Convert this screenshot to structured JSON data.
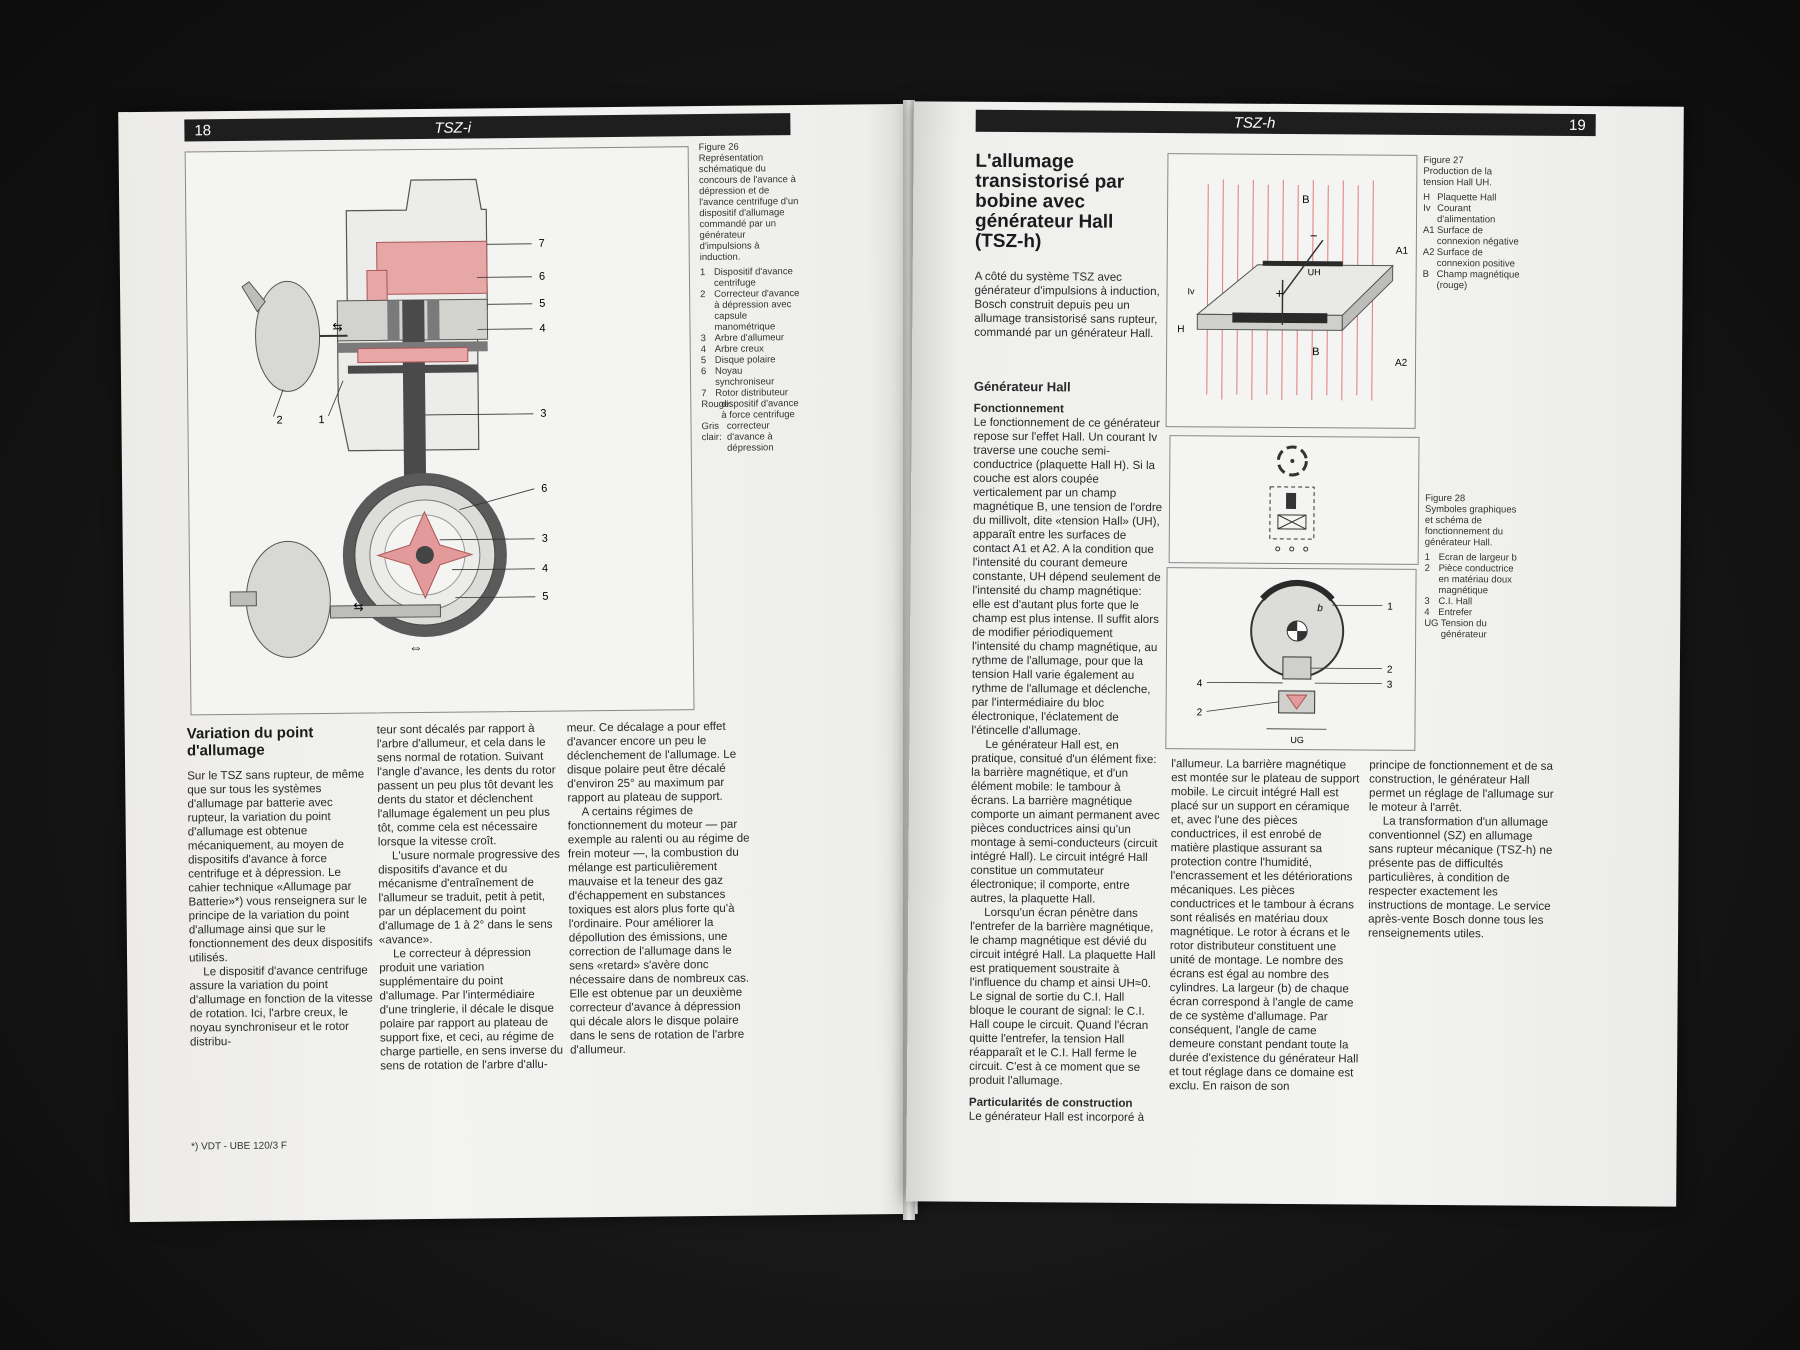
{
  "left_page": {
    "page_number": "18",
    "section": "TSZ-i",
    "figure": {
      "title": "Figure 26",
      "description": "Représentation schématique du concours de l'avance à dépression et de l'avance centrifuge d'un dispositif d'allumage commandé par un générateur d'impulsions à induction.",
      "legend": [
        {
          "key": "1",
          "text": "Dispositif d'avance centrifuge"
        },
        {
          "key": "2",
          "text": "Correcteur d'avance à dépression avec capsule manométrique"
        },
        {
          "key": "3",
          "text": "Arbre d'allumeur"
        },
        {
          "key": "4",
          "text": "Arbre creux"
        },
        {
          "key": "5",
          "text": "Disque polaire"
        },
        {
          "key": "6",
          "text": "Noyau synchroniseur"
        },
        {
          "key": "7",
          "text": "Rotor distributeur"
        },
        {
          "key": "Rouge:",
          "text": "dispositif d'avance à force centrifuge"
        },
        {
          "key": "Gris clair:",
          "text": "correcteur d'avance à dépression"
        }
      ],
      "callouts_top": [
        "7",
        "6",
        "5",
        "4",
        "3",
        "2",
        "1"
      ],
      "callouts_bottom": [
        "6",
        "3",
        "4",
        "5"
      ]
    },
    "heading": "Variation du point d'allumage",
    "col1": [
      "Sur le TSZ sans rupteur, de même que sur tous les systèmes d'allumage par batterie avec rupteur, la variation du point d'allumage est obtenue mécaniquement, au moyen de dispositifs d'avance à force centrifuge et à dépression. Le cahier technique «Allumage par Batterie»*) vous renseignera sur le principe de la variation du point d'allumage ainsi que sur le fonctionnement des deux dispositifs utilisés.",
      "Le dispositif d'avance centrifuge assure la variation du point d'allumage en fonction de la vitesse de rotation. Ici, l'arbre creux, le noyau synchroniseur et le rotor distribu-"
    ],
    "col2": [
      "teur sont décalés par rapport à l'arbre d'allumeur, et cela dans le sens normal de rotation. Suivant l'angle d'avance, les dents du rotor passent un peu plus tôt devant les dents du stator et déclenchent l'allumage également un peu plus tôt, comme cela est nécessaire lorsque la vitesse croît.",
      "L'usure normale progressive des dispositifs d'avance et du mécanisme d'entraînement de l'allumeur se traduit, petit à petit, par un déplacement du point d'allumage de 1 à 2° dans le sens «avance».",
      "Le correcteur à dépression produit une variation supplémentaire du point d'allumage. Par l'intermédiaire d'une tringlerie, il décale le disque polaire par rapport au plateau de support fixe, et ceci, au régime de charge partielle, en sens inverse du sens de rotation de l'arbre d'allu-"
    ],
    "col3": [
      "meur. Ce décalage a pour effet d'avancer encore un peu le déclenchement de l'allumage. Le disque polaire peut être décalé d'environ 25° au maximum par rapport au plateau de support.",
      "A certains régimes de fonctionnement du moteur — par exemple au ralenti ou au régime de frein moteur —, la combustion du mélange est particulièrement mauvaise et la teneur des gaz d'échappement en substances toxiques est alors plus forte qu'à l'ordinaire. Pour améliorer la dépollution des émissions, une correction de l'allumage dans le sens «retard» s'avère donc nécessaire dans de nombreux cas. Elle est obtenue par un deuxième correcteur d'avance à dépression qui décale alors le disque polaire dans le sens de rotation de l'arbre d'allumeur."
    ],
    "footnote": "*)  VDT - UBE 120/3 F"
  },
  "right_page": {
    "page_number": "19",
    "section": "TSZ-h",
    "title": "L'allumage transistorisé par bobine avec générateur Hall (TSZ-h)",
    "intro": "A côté du système TSZ avec générateur d'impulsions à induction, Bosch construit depuis peu un allumage transistorisé sans rupteur, commandé par un générateur Hall.",
    "subheading": "Générateur Hall",
    "subsubheading": "Fonctionnement",
    "col1": [
      "Le fonctionnement de ce générateur repose sur l'effet Hall. Un courant Iv traverse une couche semi-conductrice (plaquette Hall H). Si la couche est alors coupée verticalement par un champ magnétique B, une tension de l'ordre du millivolt, dite «tension Hall» (UH), apparaît entre les surfaces de contact A1 et A2. A la condition que l'intensité du courant demeure constante, UH dépend seulement de l'intensité du champ magnétique: elle est d'autant plus forte que le champ est plus intense. Il suffit alors de modifier périodiquement l'intensité du champ magnétique, au rythme de l'allumage, pour que la tension Hall varie également au rythme de l'allumage et déclenche, par l'intermédiaire du bloc électronique, l'éclatement de l'étincelle d'allumage.",
      "Le générateur Hall est, en pratique, consitué d'un élément fixe: la barrière magnétique, et d'un élément mobile: le tambour à écrans. La barrière magnétique comporte un aimant permanent avec pièces conductrices ainsi qu'un montage à semi-conducteurs (circuit intégré Hall). Le circuit intégré Hall constitue un commutateur électronique; il comporte, entre autres, la plaquette Hall.",
      "Lorsqu'un écran pénètre dans l'entrefer de la barrière magnétique, le champ magnétique est dévié du circuit intégré Hall. La plaquette Hall est pratiquement soustraite à l'influence du champ et ainsi UH≈0. Le signal de sortie du C.I. Hall bloque le courant de signal: le C.I. Hall coupe le circuit. Quand l'écran quitte l'entrefer, la tension Hall réapparaît et le C.I. Hall ferme le circuit. C'est à ce moment que se produit l'allumage."
    ],
    "subheading2": "Particularités de construction",
    "col1_end": "Le générateur Hall est incorporé à",
    "col2": [
      "l'allumeur. La barrière magnétique est montée sur le plateau de support mobile. Le circuit intégré Hall est placé sur un support en céramique et, avec l'une des pièces conductrices, il est enrobé de matière plastique assurant sa protection contre l'humidité, l'encrassement et les détériorations mécaniques. Les pièces conductrices et le tambour à écrans sont réalisés en matériau doux magnétique. Le rotor à écrans et le rotor distributeur constituent une unité de montage. Le nombre des écrans est égal au nombre des cylindres. La largeur (b) de chaque écran correspond à l'angle de came de ce système d'allumage. Par conséquent, l'angle de came demeure constant pendant toute la durée d'existence du générateur Hall et tout réglage dans ce domaine est exclu. En raison de son"
    ],
    "col3": [
      "principe de fonctionnement et de sa construction, le générateur Hall permet un réglage de l'allumage sur le moteur à l'arrêt.",
      "La transformation d'un allumage conventionnel (SZ) en allumage sans rupteur mécanique (TSZ-h) ne présente pas de difficultés particulières, à condition de respecter exactement les instructions de montage. Le service après-vente Bosch donne tous les renseignements utiles."
    ],
    "figure27": {
      "title": "Figure 27",
      "description": "Production de la tension Hall UH.",
      "legend": [
        {
          "key": "H",
          "text": "Plaquette Hall"
        },
        {
          "key": "Iv",
          "text": "Courant d'alimentation"
        },
        {
          "key": "A1",
          "text": "Surface de connexion négative"
        },
        {
          "key": "A2",
          "text": "Surface de connexion positive"
        },
        {
          "key": "B",
          "text": "Champ magnétique (rouge)"
        }
      ],
      "labels": {
        "b_top": "B",
        "b_bottom": "B",
        "a1": "A1",
        "a2": "A2",
        "h": "H",
        "iv": "Iv",
        "uh": "UH"
      }
    },
    "figure28": {
      "title": "Figure 28",
      "description": "Symboles graphiques et schéma de fonctionnement du générateur Hall.",
      "legend": [
        {
          "key": "1",
          "text": "Ecran de largeur b"
        },
        {
          "key": "2",
          "text": "Pièce conductrice en matériau doux magnétique"
        },
        {
          "key": "3",
          "text": "C.I. Hall"
        },
        {
          "key": "4",
          "text": "Entrefer"
        },
        {
          "key": "UG",
          "text": "Tension du générateur"
        }
      ],
      "labels": {
        "c1": "1",
        "c2a": "2",
        "c2b": "2",
        "c3": "3",
        "c4": "4",
        "b": "b",
        "ug": "UG"
      }
    }
  },
  "colors": {
    "accent_red": "#e39a9a",
    "header_bar": "#1e1e1e",
    "paper": "#f1f1ef"
  }
}
